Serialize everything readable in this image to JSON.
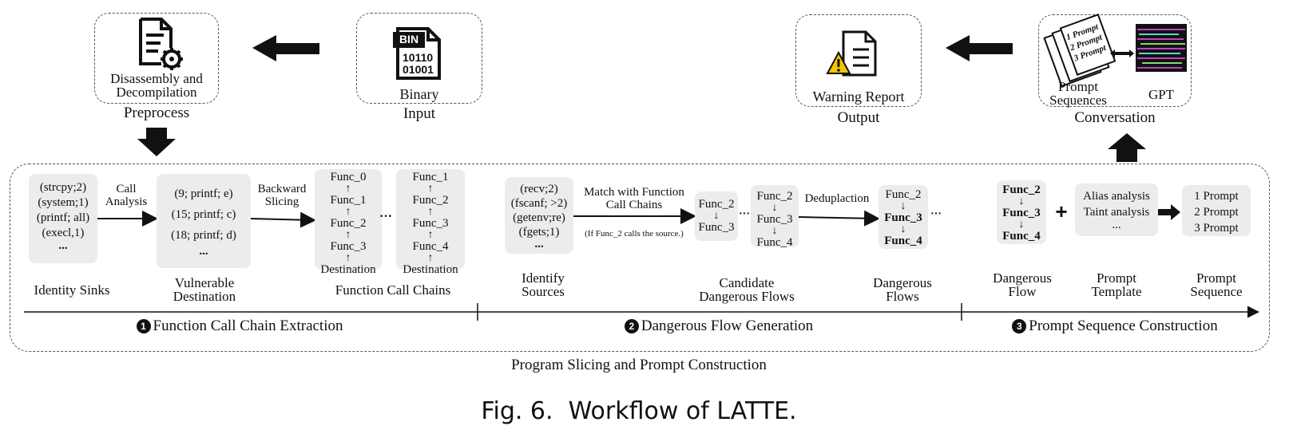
{
  "top": {
    "preprocess": {
      "box_l1": "Disassembly and",
      "box_l2": "Decompilation",
      "caption": "Preprocess"
    },
    "input": {
      "box": "Binary",
      "caption": "Input",
      "bin_label": "BIN",
      "bits_1": "10110",
      "bits_2": "01001"
    },
    "output": {
      "box": "Warning Report",
      "caption": "Output"
    },
    "conversation": {
      "prompt_label_1": "Prompt",
      "prompt_label_2": "Sequences",
      "gpt_label": "GPT",
      "caption": "Conversation",
      "papers": [
        "1 Prompt",
        "2 Prompt",
        "3 Prompt"
      ]
    }
  },
  "stage1": {
    "sinks": [
      "(strcpy;2)",
      "(system;1)",
      "(printf; all)",
      "(execl,1)",
      "..."
    ],
    "sinks_label": "Identity Sinks",
    "call_analysis_l1": "Call",
    "call_analysis_l2": "Analysis",
    "vuln": [
      "(9;  printf; e)",
      "(15; printf; c)",
      "(18; printf; d)",
      "..."
    ],
    "vuln_label_l1": "Vulnerable",
    "vuln_label_l2": "Destination",
    "backward_l1": "Backward",
    "backward_l2": "Slicing",
    "chain1": [
      "Func_0",
      "Func_1",
      "Func_2",
      "Func_3",
      "Destination"
    ],
    "chain2": [
      "Func_1",
      "Func_2",
      "Func_3",
      "Func_4",
      "Destination"
    ],
    "ellipsis": "···",
    "chains_label": "Function Call Chains",
    "title_num": "1",
    "title": "Function Call Chain Extraction"
  },
  "stage2": {
    "sources": [
      "(recv;2)",
      "(fscanf; >2)",
      "(getenv;re)",
      "(fgets;1)",
      "..."
    ],
    "sources_label_l1": "Identify",
    "sources_label_l2": "Sources",
    "match_l1": "Match with Function",
    "match_l2": "Call Chains",
    "match_note": "(If Func_2 calls the source.)",
    "flow1": [
      "Func_2",
      "Func_3"
    ],
    "flow2": [
      "Func_2",
      "Func_3",
      "Func_4"
    ],
    "ellipsis": "···",
    "candidate_l1": "Candidate",
    "candidate_l2": "Dangerous Flows",
    "dedup": "Deduplaction",
    "dangerous": [
      "Func_2",
      "Func_3",
      "Func_4"
    ],
    "dangerous_label_l1": "Dangerous",
    "dangerous_label_l2": "Flows",
    "title_num": "2",
    "title": "Dangerous Flow Generation"
  },
  "stage3": {
    "flow": [
      "Func_2",
      "Func_3",
      "Func_4"
    ],
    "flow_label_l1": "Dangerous",
    "flow_label_l2": "Flow",
    "template": [
      "Alias analysis",
      "Taint analysis",
      "..."
    ],
    "template_label_l1": "Prompt",
    "template_label_l2": "Template",
    "seq": [
      "1 Prompt",
      "2 Prompt",
      "3 Prompt"
    ],
    "seq_label_l1": "Prompt",
    "seq_label_l2": "Sequence",
    "title_num": "3",
    "title": "Prompt Sequence Construction"
  },
  "bottom_label": "Program Slicing and Prompt Construction",
  "caption": "Fig. 6.  Workflow of LATTE."
}
